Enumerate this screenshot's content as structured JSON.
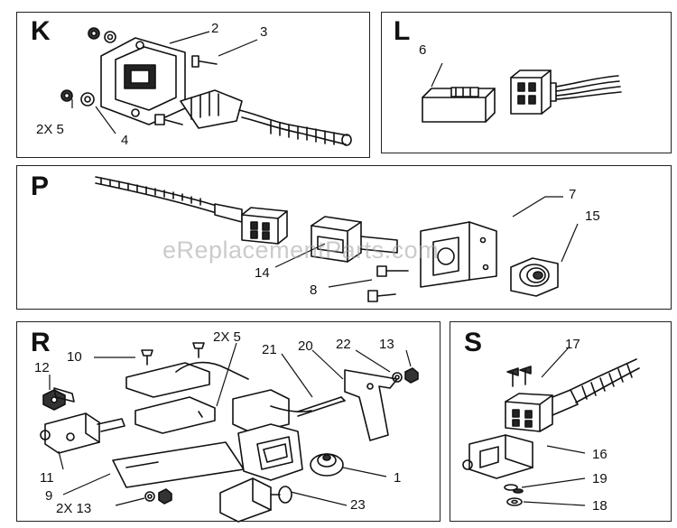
{
  "watermark": "eReplacementParts.com",
  "panels": {
    "k": {
      "label": "K",
      "callouts": {
        "c2": "2",
        "c3": "3",
        "c2x5": "2X 5",
        "c4": "4"
      }
    },
    "l": {
      "label": "L",
      "callouts": {
        "c6": "6"
      }
    },
    "p": {
      "label": "P",
      "callouts": {
        "c7": "7",
        "c15": "15",
        "c14": "14",
        "c8": "8"
      }
    },
    "r": {
      "label": "R",
      "callouts": {
        "c10": "10",
        "c2x5": "2X 5",
        "c21": "21",
        "c20": "20",
        "c22": "22",
        "c13": "13",
        "c12": "12",
        "c11": "11",
        "c9": "9",
        "c2x13": "2X 13",
        "c1": "1",
        "c23": "23"
      }
    },
    "s": {
      "label": "S",
      "callouts": {
        "c17": "17",
        "c16": "16",
        "c19": "19",
        "c18": "18"
      }
    }
  }
}
